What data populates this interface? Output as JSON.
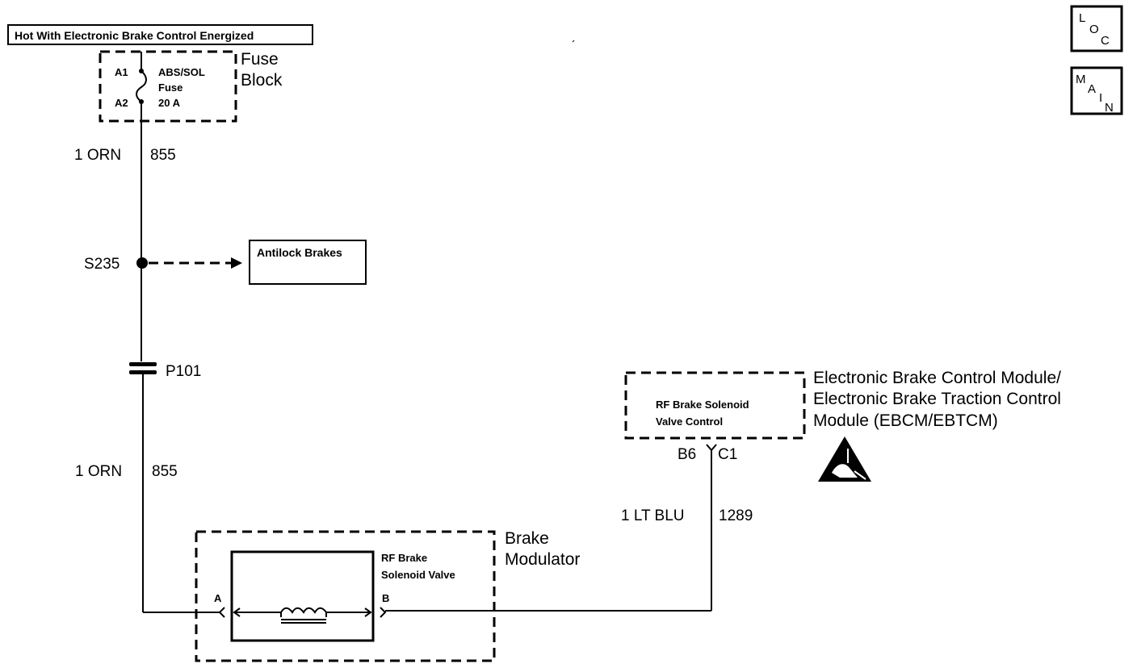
{
  "header": {
    "power_label": "Hot With Electronic Brake Control Energized"
  },
  "icons": {
    "loc": "loc-icon",
    "main": "main-icon",
    "esd": "esd-warning-icon"
  },
  "loc_letters": [
    "L",
    "O",
    "C"
  ],
  "main_letters": [
    "M",
    "A",
    "I",
    "N"
  ],
  "fuse_block": {
    "title_line1": "Fuse",
    "title_line2": "Block",
    "pin_top": "A1",
    "pin_bottom": "A2",
    "fuse_line1": "ABS/SOL",
    "fuse_line2": "Fuse",
    "fuse_line3": "20 A"
  },
  "wire_top": {
    "gauge_color": "1 ORN",
    "circuit": "855"
  },
  "splice": {
    "name": "S235",
    "target": "Antilock Brakes"
  },
  "connector": {
    "name": "P101"
  },
  "wire_bottom": {
    "gauge_color": "1 ORN",
    "circuit": "855"
  },
  "modulator": {
    "title_line1": "Brake",
    "title_line2": "Modulator",
    "valve_line1": "RF Brake",
    "valve_line2": "Solenoid Valve",
    "pin_a": "A",
    "pin_b": "B"
  },
  "wire_right": {
    "gauge_color": "1 LT BLU",
    "circuit": "1289"
  },
  "ebcm": {
    "title_line1": "Electronic Brake Control Module/",
    "title_line2": "Electronic Brake Traction Control",
    "title_line3": "Module (EBCM/EBTCM)",
    "inner_line1": "RF Brake Solenoid",
    "inner_line2": "Valve Control",
    "pin": "B6",
    "connector": "C1"
  }
}
